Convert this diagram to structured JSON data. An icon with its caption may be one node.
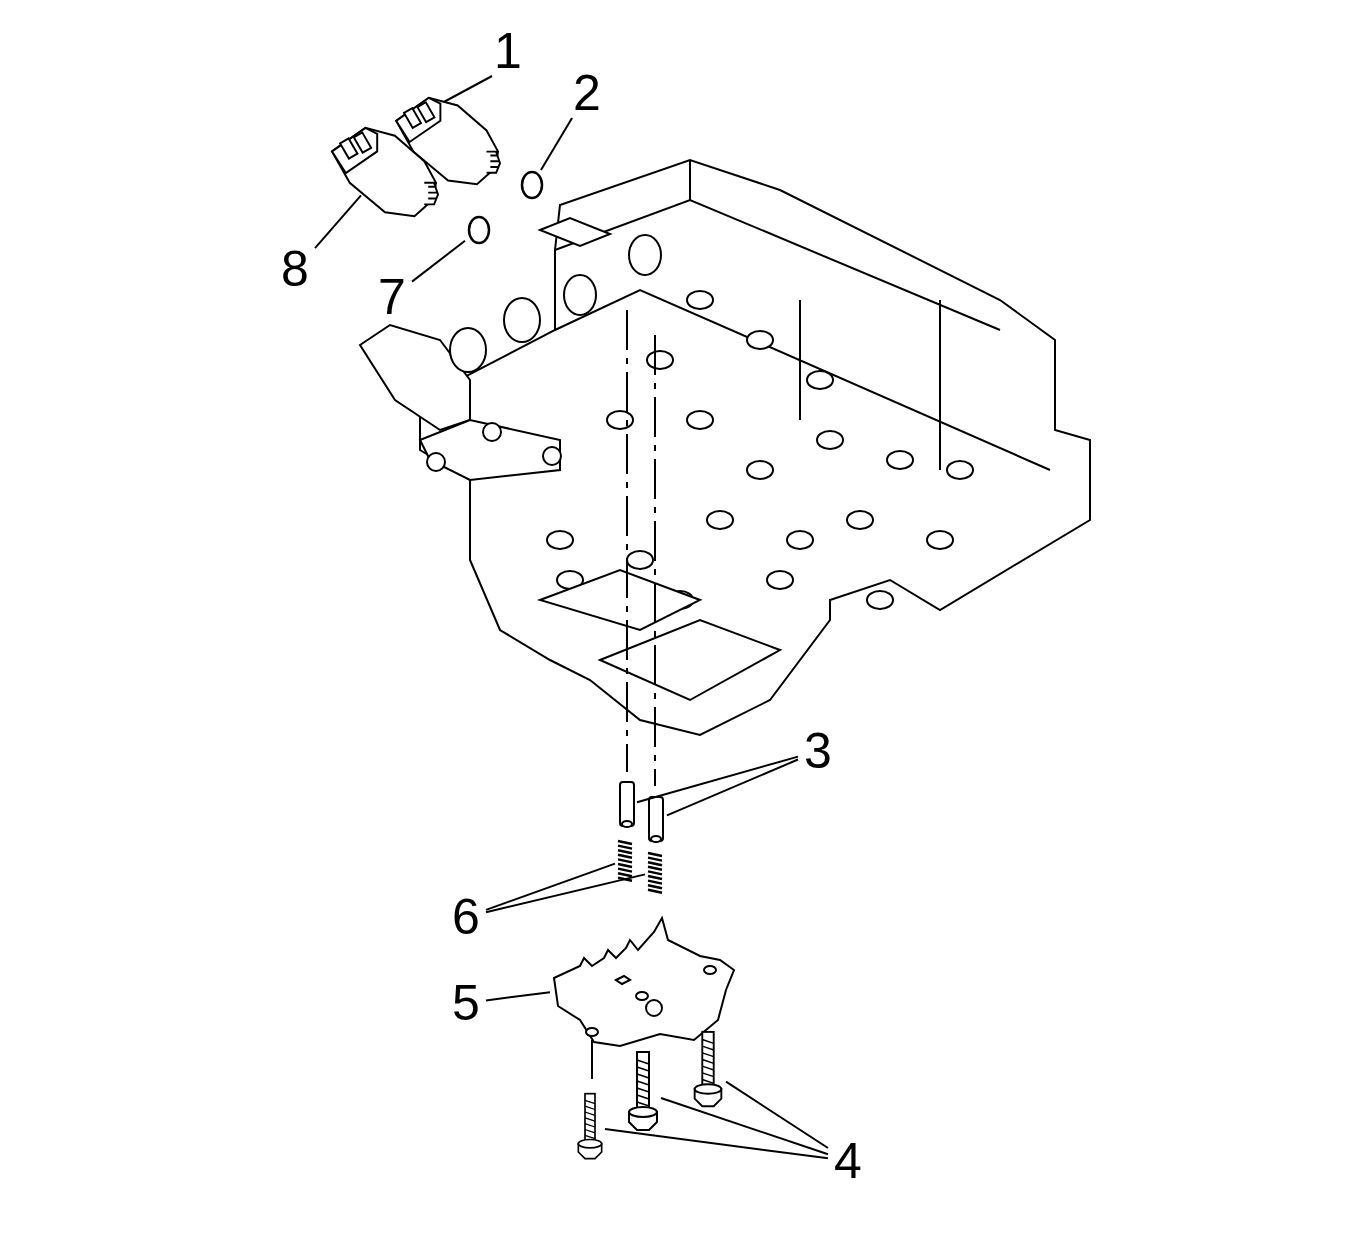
{
  "diagram": {
    "nodes": [
      {
        "text": [
          "1"
        ]
      },
      {
        "text": [
          "2"
        ]
      },
      {
        "text": [
          "3"
        ]
      },
      {
        "text": [
          "4"
        ]
      },
      {
        "text": [
          "5"
        ]
      },
      {
        "text": [
          "6"
        ]
      },
      {
        "text": [
          "7"
        ]
      },
      {
        "text": [
          "8"
        ]
      },
      {
        "text": [],
        "shape": "picture"
      },
      {
        "text": [],
        "shape": "circle"
      },
      {
        "text": [],
        "shape": "picture"
      },
      {
        "text": [],
        "shape": "picture"
      },
      {
        "text": [],
        "shape": "picture"
      },
      {
        "text": [],
        "shape": "picture"
      },
      {
        "text": [],
        "shape": "picture"
      },
      {
        "text": [],
        "shape": "picture"
      },
      {
        "text": [],
        "shape": "picture"
      },
      {
        "text": [],
        "shape": "picture"
      },
      {
        "text": [],
        "shape": "circle"
      },
      {
        "text": [],
        "shape": "picture"
      }
    ],
    "edges": [
      {
        "from": 0,
        "to": 8,
        "arrow": "none"
      },
      {
        "from": 1,
        "to": 9,
        "arrow": "none"
      },
      {
        "from": 2,
        "to": 10,
        "arrow": "none"
      },
      {
        "from": 2,
        "to": 11,
        "arrow": "none"
      },
      {
        "from": 3,
        "to": 15,
        "arrow": "none"
      },
      {
        "from": 3,
        "to": 16,
        "arrow": "none"
      },
      {
        "from": 3,
        "to": 17,
        "arrow": "none"
      },
      {
        "from": 4,
        "to": 14,
        "arrow": "none"
      },
      {
        "from": 5,
        "to": 12,
        "arrow": "none"
      },
      {
        "from": 5,
        "to": 13,
        "arrow": "none"
      },
      {
        "from": 6,
        "to": 18,
        "arrow": "none"
      },
      {
        "from": 7,
        "to": 19,
        "arrow": "none"
      }
    ]
  }
}
